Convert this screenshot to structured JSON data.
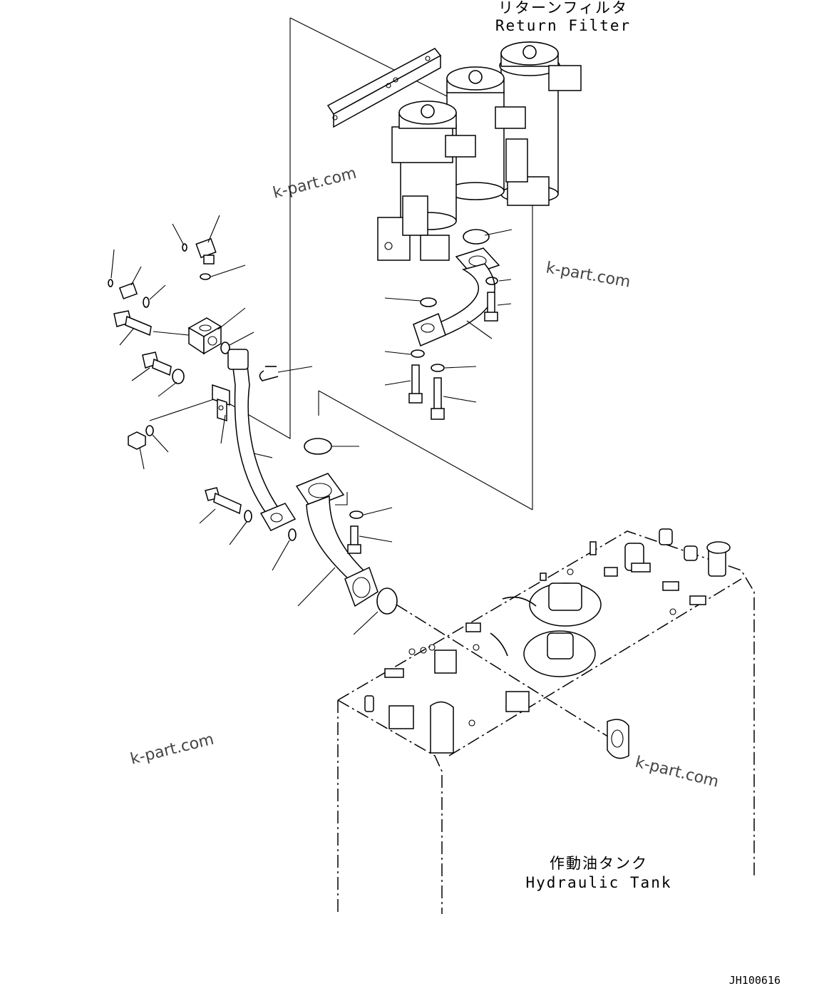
{
  "labels": {
    "return_filter_jp": "リターンフィルタ",
    "return_filter_en": "Return Filter",
    "tank_jp": "作動油タンク",
    "tank_en": "Hydraulic Tank"
  },
  "drawing_code": "JH100616",
  "watermarks": [
    "k-part.com",
    "k-part.com",
    "k-part.com",
    "k-part.com"
  ]
}
